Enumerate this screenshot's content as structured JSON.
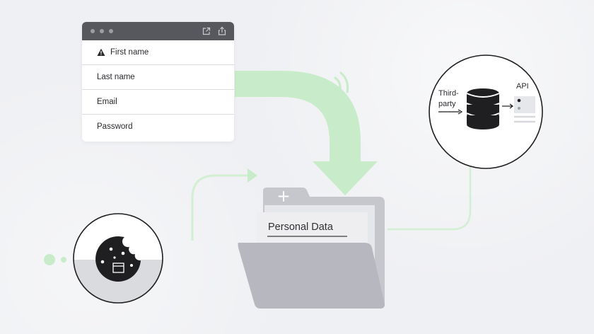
{
  "form": {
    "fields": [
      {
        "label": "First name",
        "warning": true
      },
      {
        "label": "Last name"
      },
      {
        "label": "Email"
      },
      {
        "label": "Password"
      }
    ]
  },
  "folder": {
    "label": "Personal Data"
  },
  "third_party": {
    "label_line1": "Third-",
    "label_line2": "party",
    "api_label": "API"
  },
  "colors": {
    "background": "#eff0f3",
    "accent_green": "#c8ecc9",
    "window_bar": "#56585e",
    "folder": "#c6c7cd",
    "dark": "#1f1f22"
  },
  "icons": [
    "warning-icon",
    "external-link-icon",
    "share-icon",
    "plus-icon",
    "database-icon",
    "cookie-icon",
    "browser-window-icon",
    "arrow-right-icon"
  ]
}
